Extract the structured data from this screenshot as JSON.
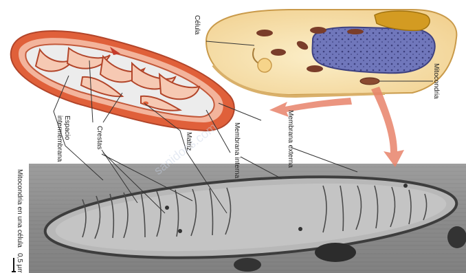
{
  "labels": {
    "celula": "Célula",
    "mitocondria": "Mitocondria",
    "membrana_externa": "Membrana externa",
    "membrana_interna": "Membrana interna",
    "matriz": "Matriz",
    "crestas": "Crestas",
    "espacio_intermembrana": "Espacio intermembrana",
    "micrograph_caption": "Mitocondria en una célula",
    "scale": "0,5 μm"
  },
  "watermark": "sanidocs.com",
  "colors": {
    "mito_outer": "#e0603a",
    "mito_inner": "#f0b79f",
    "cell_fill": "#f7dda6",
    "nucleus": "#6e74b8",
    "arrow": "#e8836a",
    "micrograph_bg": "#8d8d8d"
  }
}
